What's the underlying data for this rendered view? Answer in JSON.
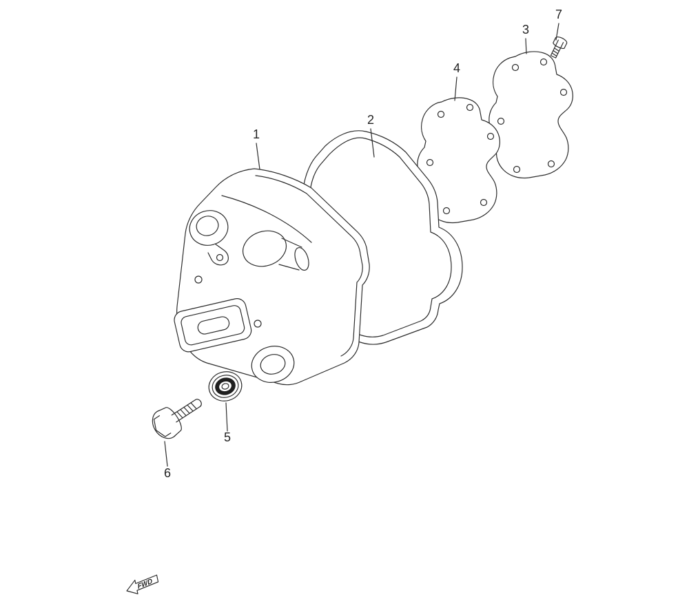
{
  "diagram": {
    "background": "#ffffff",
    "line_color": "#222222",
    "callouts": [
      {
        "num": "1"
      },
      {
        "num": "2"
      },
      {
        "num": "3"
      },
      {
        "num": "4"
      },
      {
        "num": "5"
      },
      {
        "num": "6"
      },
      {
        "num": "7"
      }
    ],
    "fwd_label": "FWD"
  }
}
